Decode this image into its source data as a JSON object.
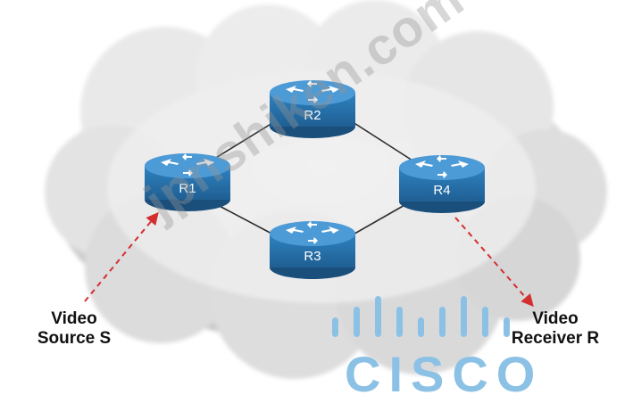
{
  "diagram": {
    "routers": [
      {
        "id": "R1",
        "label": "R1"
      },
      {
        "id": "R2",
        "label": "R2"
      },
      {
        "id": "R3",
        "label": "R3"
      },
      {
        "id": "R4",
        "label": "R4"
      }
    ],
    "links": [
      [
        "R1",
        "R2"
      ],
      [
        "R1",
        "R3"
      ],
      [
        "R2",
        "R4"
      ],
      [
        "R3",
        "R4"
      ]
    ],
    "source": {
      "line1": "Video",
      "line2": "Source S",
      "target": "R1"
    },
    "receiver": {
      "line1": "Video",
      "line2": "Receiver R",
      "from": "R4"
    }
  },
  "watermark": "jpnshiken.com",
  "logo": {
    "text": "CISCO"
  },
  "colors": {
    "router_body": "#2a79b5",
    "router_top": "#4c9ad6",
    "link": "#2b2b2b",
    "arrow": "#d32f2f",
    "logo": "#8cc1e6"
  }
}
